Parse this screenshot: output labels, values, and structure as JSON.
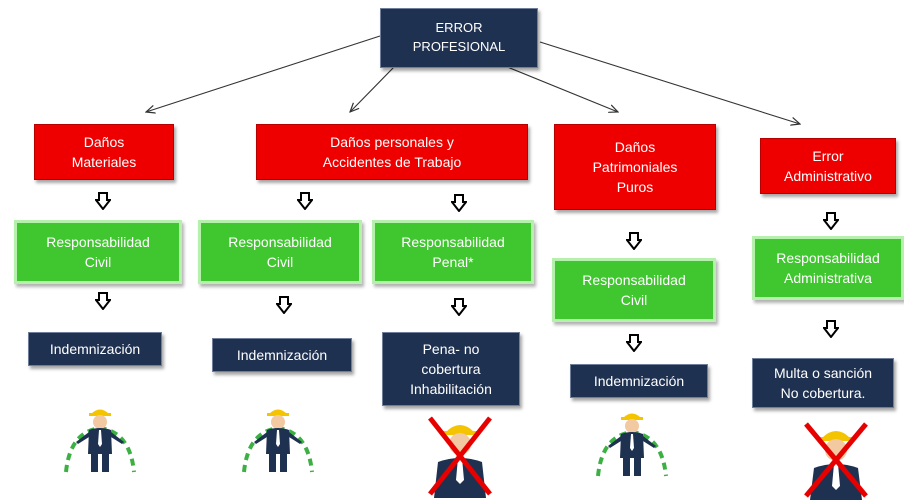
{
  "root": {
    "label": "ERROR\nPROFESIONAL"
  },
  "categories": [
    {
      "label": "Daños\nMateriales"
    },
    {
      "label": "Daños personales y\nAccidentes de Trabajo"
    },
    {
      "label": "Daños\nPatrimoniales\nPuros"
    },
    {
      "label": "Error\nAdministrativo"
    }
  ],
  "responsibilities": [
    {
      "label": "Responsabilidad\nCivil"
    },
    {
      "label": "Responsabilidad\nCivil"
    },
    {
      "label": "Responsabilidad\nPenal*"
    },
    {
      "label": "Responsabilidad\nCivil"
    },
    {
      "label": "Responsabilidad\nAdministrativa"
    }
  ],
  "outcomes": [
    {
      "label": "Indemnización"
    },
    {
      "label": "Indemnización"
    },
    {
      "label": "Pena- no\ncobertura\nInhabilitación"
    },
    {
      "label": "Indemnización"
    },
    {
      "label": "Multa o sanción\nNo cobertura."
    }
  ],
  "colors": {
    "navy": "#1f3150",
    "red": "#ee0000",
    "green": "#40c62f"
  },
  "icons": [
    "worker-covered-icon",
    "worker-covered-icon",
    "worker-crossed-out-icon",
    "worker-covered-icon",
    "worker-crossed-out-icon"
  ]
}
